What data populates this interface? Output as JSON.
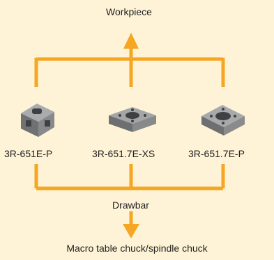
{
  "diagram": {
    "top_label": "Workpiece",
    "connector_label": "Drawbar",
    "bottom_label": "Macro table chuck/spindle chuck",
    "parts": [
      {
        "label": "3R-651E-P",
        "icon": "pallet-cube-icon"
      },
      {
        "label": "3R-651.7E-XS",
        "icon": "flat-pallet-icon"
      },
      {
        "label": "3R-651.7E-P",
        "icon": "square-pallet-icon"
      }
    ],
    "colors": {
      "background": "#fef3d6",
      "connector": "#f5a623",
      "part_fill": "#8a8c8e"
    }
  }
}
